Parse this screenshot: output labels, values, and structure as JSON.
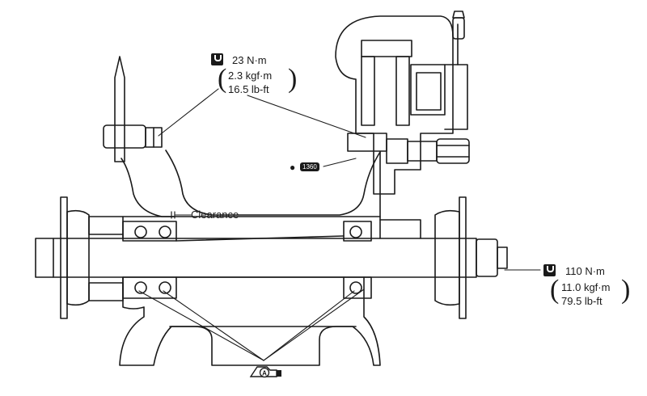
{
  "torque_top": {
    "icon": "torque-wrench-icon",
    "value": "23 N·m",
    "kgf": "2.3 kgf·m",
    "lbft": "16.5 lb-ft"
  },
  "torque_right": {
    "icon": "torque-wrench-icon",
    "value": "110 N·m",
    "kgf": "11.0 kgf·m",
    "lbft": "79.5 lb-ft"
  },
  "clearance_label": "Clearance",
  "part_tag": {
    "icon": "part-tag-icon",
    "code": "1360"
  },
  "grease_symbol": {
    "icon": "grease-icon",
    "letter": "A"
  }
}
